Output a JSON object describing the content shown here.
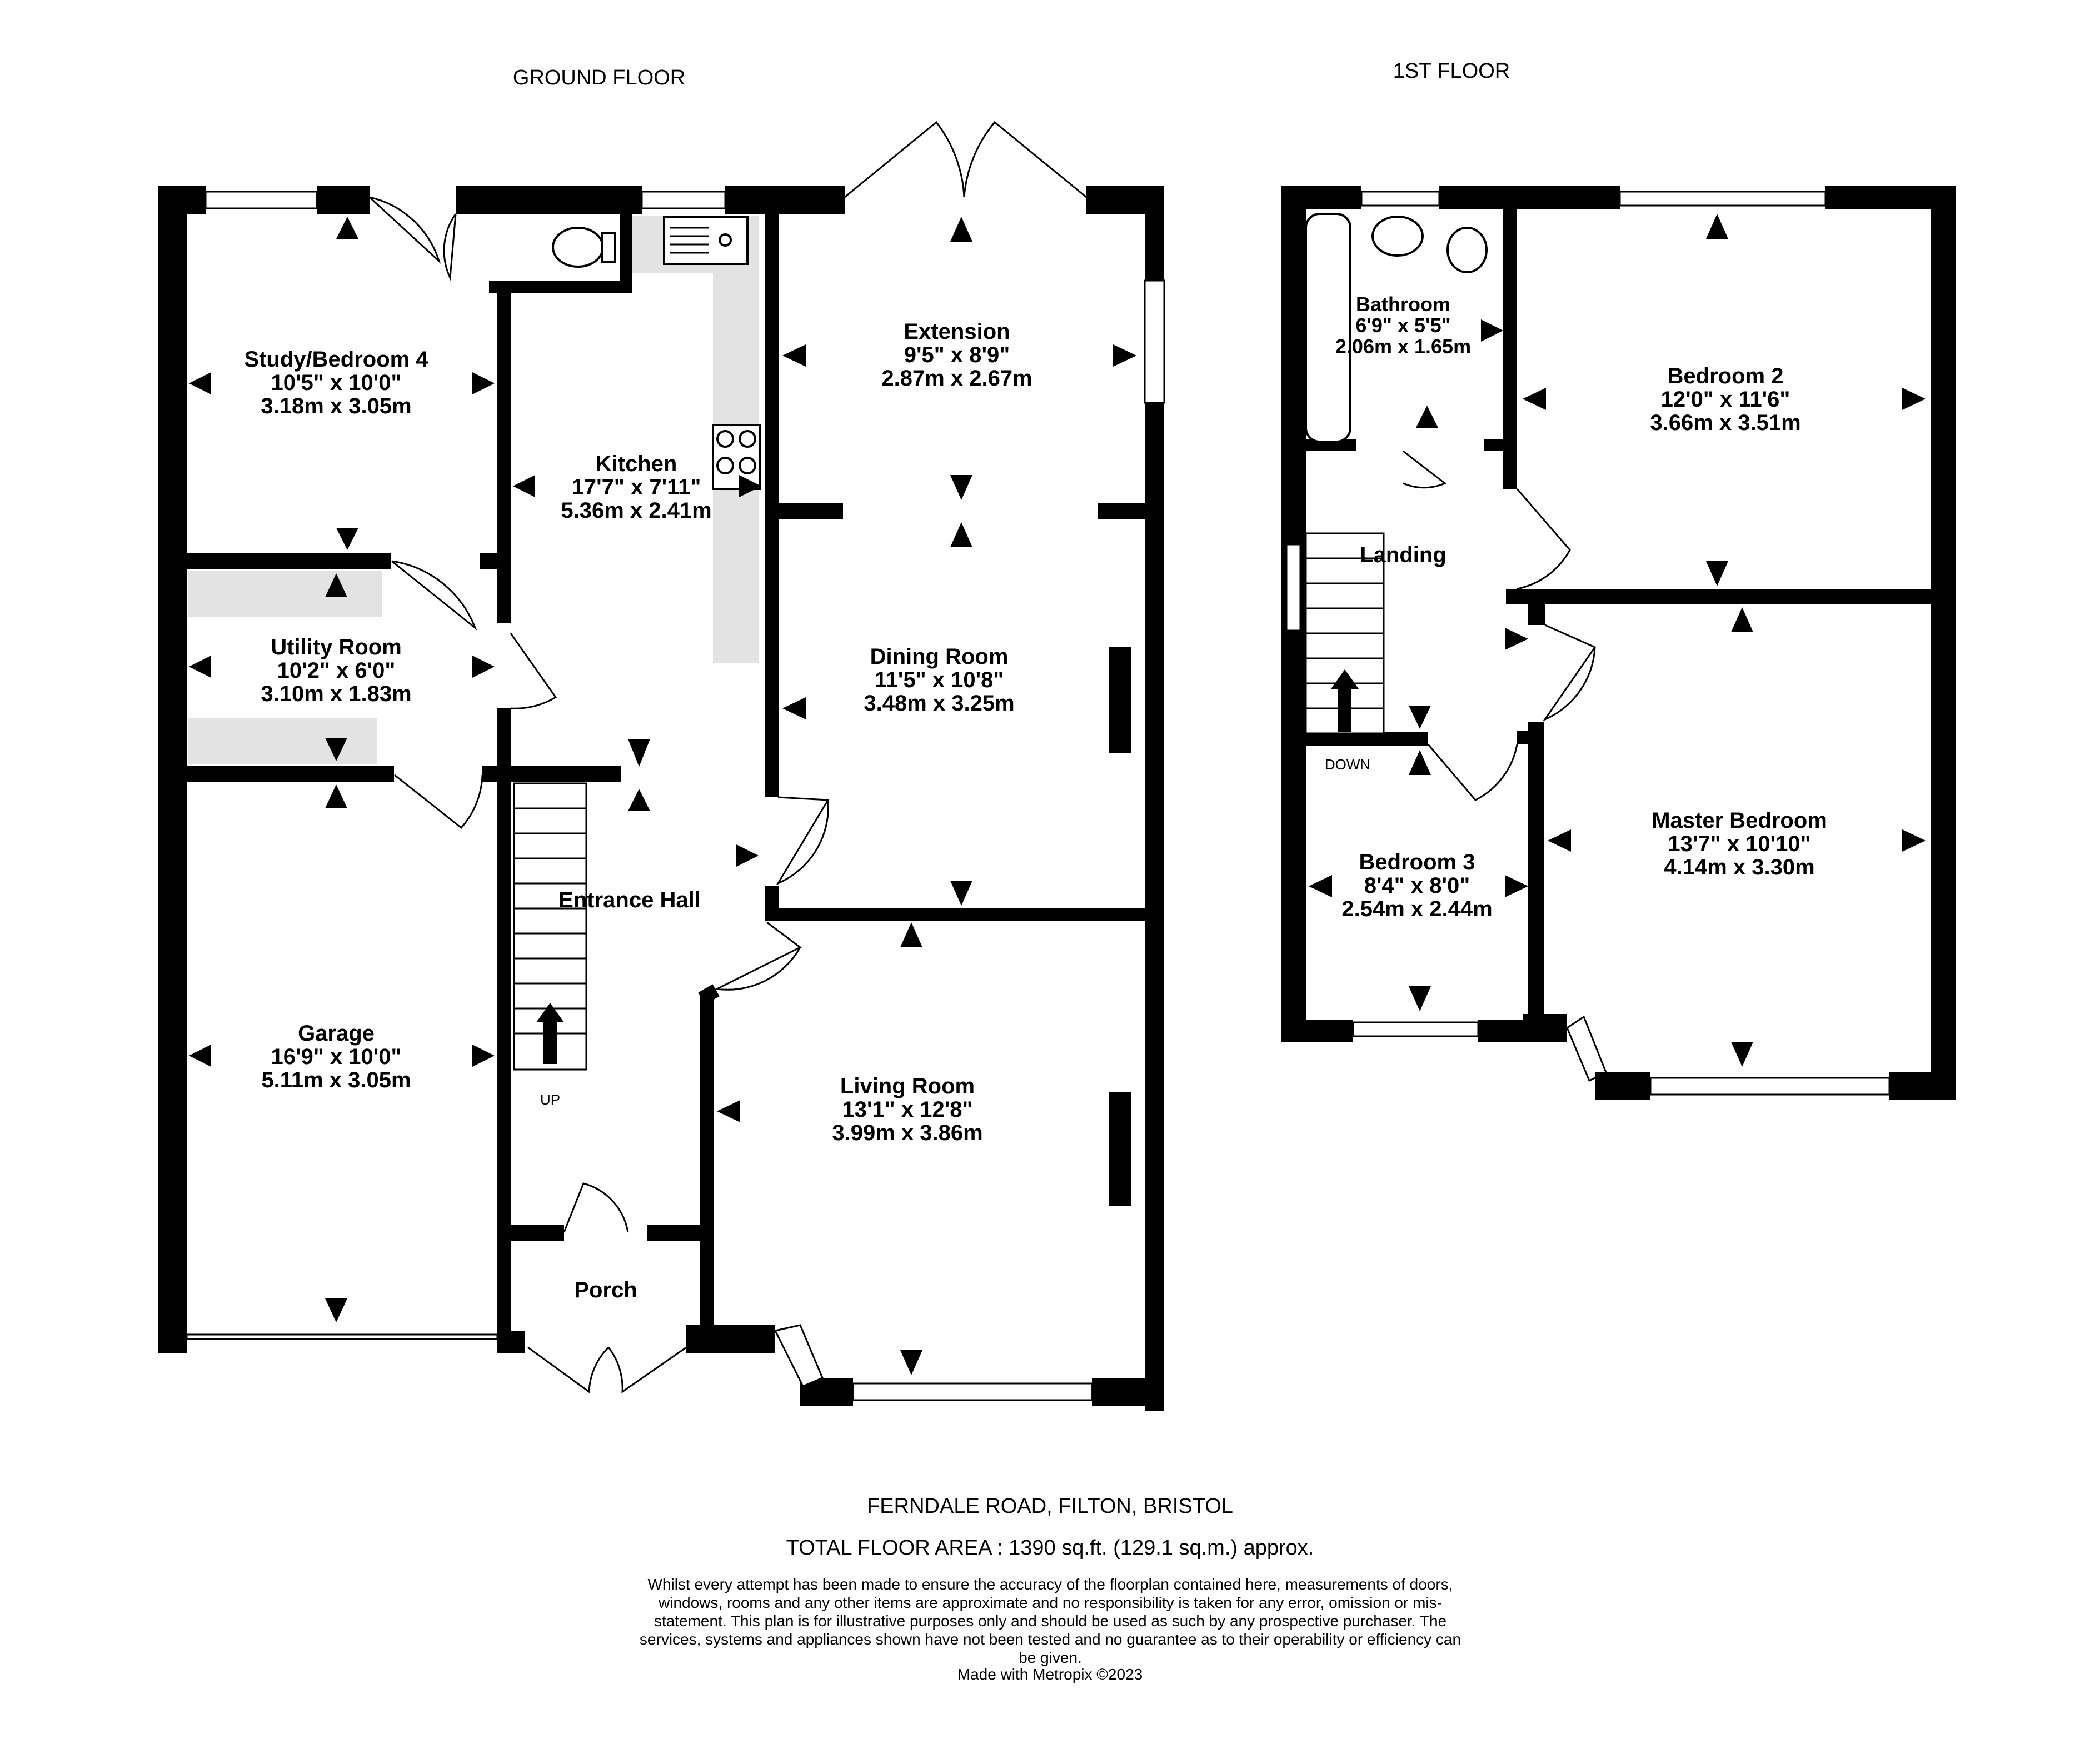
{
  "floors": {
    "ground": {
      "label": "GROUND FLOOR"
    },
    "first": {
      "label": "1ST FLOOR"
    }
  },
  "rooms": {
    "study": {
      "name": "Study/Bedroom 4",
      "imperial": "10'5\"  x 10'0\"",
      "metric": "3.18m  x 3.05m"
    },
    "utility": {
      "name": "Utility Room",
      "imperial": "10'2\"  x 6'0\"",
      "metric": "3.10m  x 1.83m"
    },
    "garage": {
      "name": "Garage",
      "imperial": "16'9\"  x 10'0\"",
      "metric": "5.11m  x 3.05m"
    },
    "kitchen": {
      "name": "Kitchen",
      "imperial": "17'7\"  x 7'11\"",
      "metric": "5.36m  x 2.41m"
    },
    "extension": {
      "name": "Extension",
      "imperial": "9'5\"  x 8'9\"",
      "metric": "2.87m  x 2.67m"
    },
    "dining": {
      "name": "Dining Room",
      "imperial": "11'5\"  x 10'8\"",
      "metric": "3.48m  x 3.25m"
    },
    "entrance": {
      "name": "Entrance Hall"
    },
    "living": {
      "name": "Living Room",
      "imperial": "13'1\"  x 12'8\"",
      "metric": "3.99m  x 3.86m"
    },
    "porch": {
      "name": "Porch"
    },
    "bathroom": {
      "name": "Bathroom",
      "imperial": "6'9\"  x 5'5\"",
      "metric": "2.06m  x 1.65m"
    },
    "bedroom2": {
      "name": "Bedroom 2",
      "imperial": "12'0\"  x 11'6\"",
      "metric": "3.66m  x 3.51m"
    },
    "landing": {
      "name": "Landing"
    },
    "bedroom3": {
      "name": "Bedroom 3",
      "imperial": "8'4\"  x 8'0\"",
      "metric": "2.54m  x 2.44m"
    },
    "master": {
      "name": "Master Bedroom",
      "imperial": "13'7\"  x 10'10\"",
      "metric": "4.14m  x 3.30m"
    }
  },
  "stairs": {
    "up_label": "UP",
    "down_label": "DOWN"
  },
  "footer": {
    "address": "FERNDALE ROAD, FILTON, BRISTOL",
    "total_area": "TOTAL FLOOR AREA : 1390 sq.ft. (129.1 sq.m.) approx.",
    "disclaimer": "Whilst every attempt has been made to ensure the accuracy of the floorplan contained here, measurements of doors, windows, rooms and any other items are approximate and no responsibility is taken for any error, omission or mis-statement. This plan is for illustrative purposes only and should be used as such by any prospective purchaser. The services, systems and appliances shown have not been tested and no guarantee as to their operability or efficiency can be given.",
    "credit": "Made with Metropix ©2023"
  }
}
